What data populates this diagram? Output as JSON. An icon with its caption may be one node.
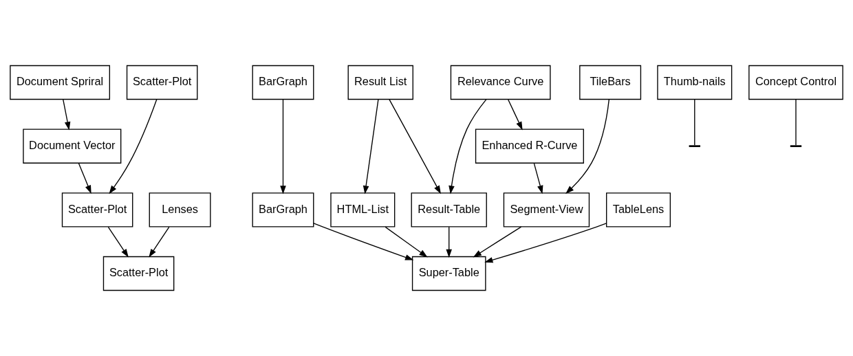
{
  "diagram": {
    "nodes": [
      {
        "text": [
          "Document Spriral"
        ]
      },
      {
        "text": [
          "Scatter-Plot"
        ]
      },
      {
        "text": [
          "BarGraph"
        ]
      },
      {
        "text": [
          "Result List"
        ]
      },
      {
        "text": [
          "Relevance Curve"
        ]
      },
      {
        "text": [
          "TileBars"
        ]
      },
      {
        "text": [
          "Thumb-nails"
        ]
      },
      {
        "text": [
          "Concept Control"
        ]
      },
      {
        "text": [
          "Document Vector"
        ]
      },
      {
        "text": [
          "Enhanced R-Curve"
        ]
      },
      {
        "text": [
          "Scatter-Plot"
        ]
      },
      {
        "text": [
          "BarGraph"
        ]
      },
      {
        "text": [
          "HTML-List"
        ]
      },
      {
        "text": [
          "Result-Table"
        ]
      },
      {
        "text": [
          "Segment-View"
        ]
      },
      {
        "text": [
          "Lenses"
        ]
      },
      {
        "text": [
          "TableLens"
        ]
      },
      {
        "text": [
          "Scatter-Plot"
        ]
      },
      {
        "text": [
          "Super-Table"
        ]
      }
    ],
    "edges": [
      {
        "from": 0,
        "to": 8,
        "arrow": "to"
      },
      {
        "from": 8,
        "to": 10,
        "arrow": "to"
      },
      {
        "from": 1,
        "to": 10,
        "arrow": "to"
      },
      {
        "from": 2,
        "to": 11,
        "arrow": "to"
      },
      {
        "from": 3,
        "to": 12,
        "arrow": "to"
      },
      {
        "from": 3,
        "to": 13,
        "arrow": "to"
      },
      {
        "from": 4,
        "to": 13,
        "arrow": "to"
      },
      {
        "from": 4,
        "to": 9,
        "arrow": "to"
      },
      {
        "from": 9,
        "to": 14,
        "arrow": "to"
      },
      {
        "from": 5,
        "to": 14,
        "arrow": "to"
      },
      {
        "from": 6,
        "to": null,
        "arrow": "other"
      },
      {
        "from": 7,
        "to": null,
        "arrow": "other"
      },
      {
        "from": 10,
        "to": 17,
        "arrow": "to"
      },
      {
        "from": 15,
        "to": 17,
        "arrow": "to"
      },
      {
        "from": 11,
        "to": 18,
        "arrow": "to"
      },
      {
        "from": 12,
        "to": 18,
        "arrow": "to"
      },
      {
        "from": 13,
        "to": 18,
        "arrow": "to"
      },
      {
        "from": 14,
        "to": 18,
        "arrow": "to"
      },
      {
        "from": 16,
        "to": 18,
        "arrow": "to"
      }
    ]
  }
}
